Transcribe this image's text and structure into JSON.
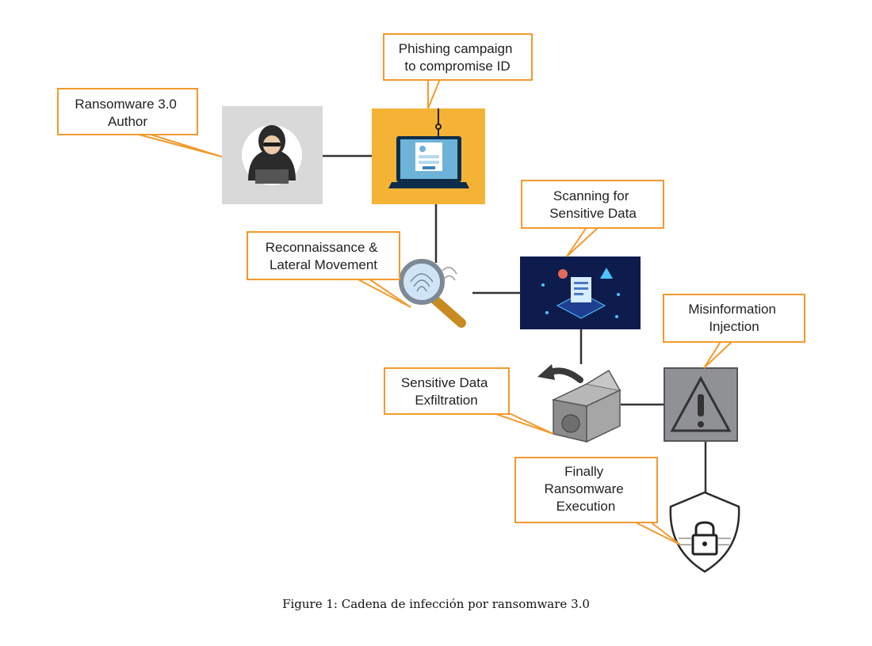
{
  "callouts": {
    "author": [
      "Ransomware 3.0",
      "Author"
    ],
    "phishing": [
      "Phishing campaign",
      "to compromise ID"
    ],
    "recon": [
      "Reconnaissance &",
      "Lateral Movement"
    ],
    "scanning": [
      "Scanning for",
      "Sensitive Data"
    ],
    "misinfo": [
      "Misinformation",
      "Injection"
    ],
    "exfil": [
      "Sensitive Data",
      "Exfiltration"
    ],
    "execution": [
      "Finally",
      "Ransomware",
      "Execution"
    ]
  },
  "caption": "Figure 1: Cadena de infección por ransomware 3.0",
  "colors": {
    "callout_border": "#F29A2E",
    "phishing_bg": "#F5B335",
    "author_bg": "#D9D9D9",
    "scan_bg": "#0D1B4D",
    "warning_bg": "#8F9194",
    "connector": "#333333"
  }
}
